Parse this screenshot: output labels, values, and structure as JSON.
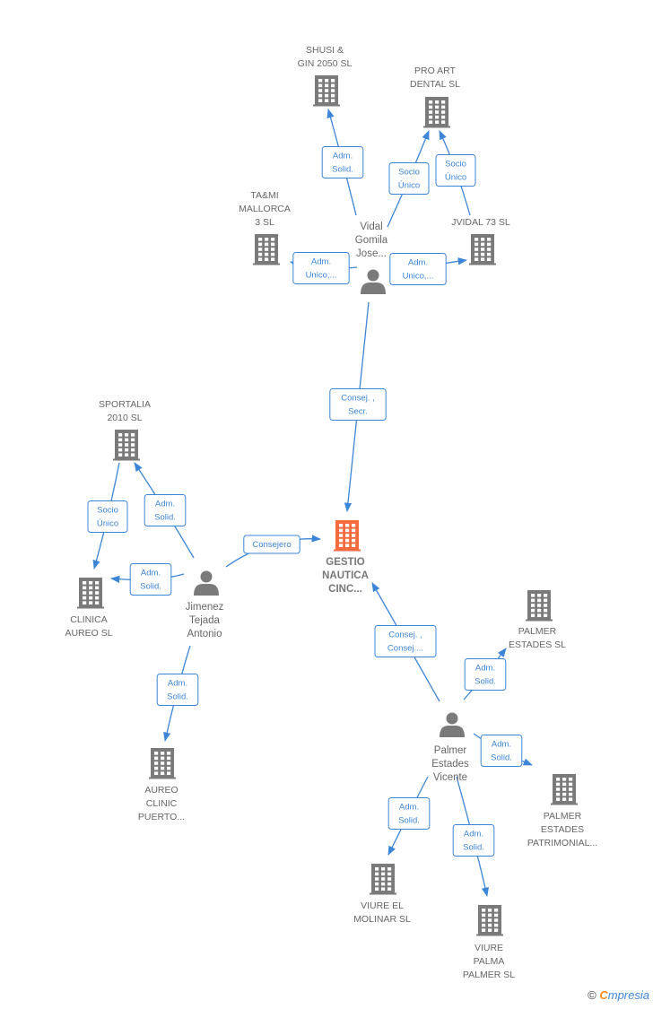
{
  "colors": {
    "edge": "#3d85d6",
    "company_icon": "#7a7a7a",
    "main_icon": "#f26a3d",
    "person_icon": "#7a7a7a",
    "label": "#666666"
  },
  "icons": {
    "company": "building-icon",
    "person": "person-icon",
    "copyright": "copyright-icon"
  },
  "nodes": [
    {
      "id": "gestio",
      "type": "company",
      "main": true,
      "lines": [
        "GESTIO",
        "NAUTICA",
        "CINC..."
      ]
    },
    {
      "id": "shusi",
      "type": "company",
      "lines": [
        "SHUSI &",
        "GIN 2050 SL"
      ]
    },
    {
      "id": "proart",
      "type": "company",
      "lines": [
        "PRO ART",
        "DENTAL  SL"
      ]
    },
    {
      "id": "tami",
      "type": "company",
      "lines": [
        "TA&MI",
        "MALLORCA",
        "3 SL"
      ]
    },
    {
      "id": "jvidal",
      "type": "company",
      "lines": [
        "JVIDAL 73  SL"
      ]
    },
    {
      "id": "vidal",
      "type": "person",
      "lines": [
        "Vidal",
        "Gomila",
        "Jose..."
      ]
    },
    {
      "id": "sportalia",
      "type": "company",
      "lines": [
        "SPORTALIA",
        "2010 SL"
      ]
    },
    {
      "id": "clinica",
      "type": "company",
      "lines": [
        "CLINICA",
        "AUREO  SL"
      ]
    },
    {
      "id": "jimenez",
      "type": "person",
      "lines": [
        "Jimenez",
        "Tejada",
        "Antonio"
      ]
    },
    {
      "id": "aureo",
      "type": "company",
      "lines": [
        "AUREO",
        "CLINIC",
        "PUERTO..."
      ]
    },
    {
      "id": "palmer_p",
      "type": "person",
      "lines": [
        "Palmer",
        "Estades",
        "Vicente"
      ]
    },
    {
      "id": "palmer_estades",
      "type": "company",
      "lines": [
        "PALMER",
        "ESTADES SL"
      ]
    },
    {
      "id": "palmer_patr",
      "type": "company",
      "lines": [
        "PALMER",
        "ESTADES",
        "PATRIMONIAL..."
      ]
    },
    {
      "id": "viure_molinar",
      "type": "company",
      "lines": [
        "VIURE EL",
        "MOLINAR  SL"
      ]
    },
    {
      "id": "viure_palma",
      "type": "company",
      "lines": [
        "VIURE",
        "PALMA",
        "PALMER  SL"
      ]
    }
  ],
  "relations": [
    {
      "id": "r_shusi",
      "lines": [
        "Adm.",
        "Solid."
      ]
    },
    {
      "id": "r_proart1",
      "lines": [
        "Socio",
        "Único"
      ]
    },
    {
      "id": "r_proart2",
      "lines": [
        "Socio",
        "Único"
      ]
    },
    {
      "id": "r_tami",
      "lines": [
        "Adm.",
        "Unico,..."
      ]
    },
    {
      "id": "r_jvidal",
      "lines": [
        "Adm.",
        "Unico,..."
      ]
    },
    {
      "id": "r_vidal_gestio",
      "lines": [
        "Consej. ,",
        "Secr."
      ]
    },
    {
      "id": "r_sportalia",
      "lines": [
        "Adm.",
        "Solid."
      ]
    },
    {
      "id": "r_sport_clin",
      "lines": [
        "Socio",
        "Único"
      ]
    },
    {
      "id": "r_clinica",
      "lines": [
        "Adm.",
        "Solid."
      ]
    },
    {
      "id": "r_jim_gestio",
      "lines": [
        "Consejero"
      ]
    },
    {
      "id": "r_aureo",
      "lines": [
        "Adm.",
        "Solid."
      ]
    },
    {
      "id": "r_palmer_gestio",
      "lines": [
        "Consej. ,",
        "Consej...."
      ]
    },
    {
      "id": "r_palmer_estades",
      "lines": [
        "Adm.",
        "Solid."
      ]
    },
    {
      "id": "r_palmer_patr",
      "lines": [
        "Adm.",
        "Solid."
      ]
    },
    {
      "id": "r_molinar",
      "lines": [
        "Adm.",
        "Solid."
      ]
    },
    {
      "id": "r_viure_palma",
      "lines": [
        "Adm.",
        "Solid."
      ]
    }
  ],
  "footer": {
    "copyright": "©",
    "brand_first": "C",
    "brand_rest": "mpresia"
  }
}
